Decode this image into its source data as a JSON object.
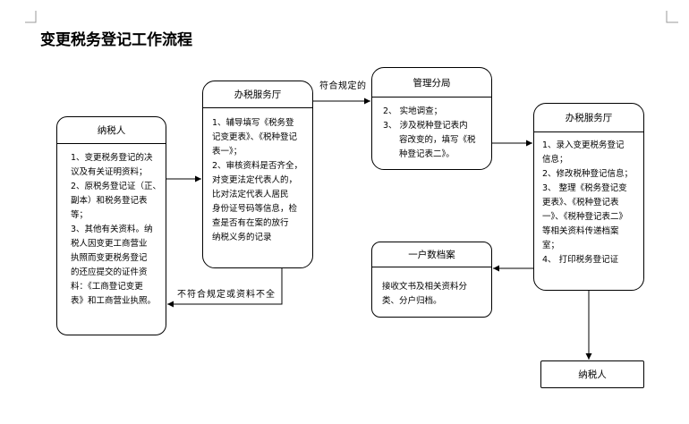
{
  "title": "变更税务登记工作流程",
  "boxes": {
    "taxpayer_start": {
      "header": "纳税人",
      "lines": [
        "1、变更税务登记的决",
        "议及有关证明资料；",
        "2、原税务登记证（正、",
        "副本）和税务登记表",
        "等；",
        "3、其他有关资料。纳",
        "税人因变更工商营业",
        "执照而变更税务登记",
        "的还应提交的证件资",
        "料：《工商登记变更",
        "表》和工商营业执照。"
      ]
    },
    "service_hall_1": {
      "header": "办税服务厅",
      "lines": [
        "1、辅导填写《税务登",
        "记变更表》、《税种登记",
        "表一》；",
        "2、审核资料是否齐全，",
        "对变更法定代表人的，",
        "比对法定代表人居民",
        "身份证号码等信息，检",
        "查是否有在案的放行",
        "纳税义务的记录"
      ]
    },
    "branch_office": {
      "header": "管理分局",
      "lines": [
        "2、 实地调查；",
        "3、 涉及税种登记表内",
        "容改变的，填写《税",
        "种登记表二》。"
      ]
    },
    "service_hall_2": {
      "header": "办税服务厅",
      "lines": [
        "1、录入变更税务登记",
        "信息；",
        "2、修改税种登记信息；",
        "3、 整理《税务登记变",
        "更表》、《税种登记表",
        "一》、《税种登记表二》",
        "等相关资料传递档案",
        "室；",
        "4、 打印税务登记证"
      ]
    },
    "archive": {
      "header": "一户数档案",
      "lines": [
        "接收文书及相关资料分",
        "类、分户归档。"
      ]
    },
    "taxpayer_end": {
      "label": "纳税人"
    }
  },
  "edges": {
    "compliant_label": "符合规定的",
    "noncompliant_label": "不符合规定或资料不全"
  }
}
